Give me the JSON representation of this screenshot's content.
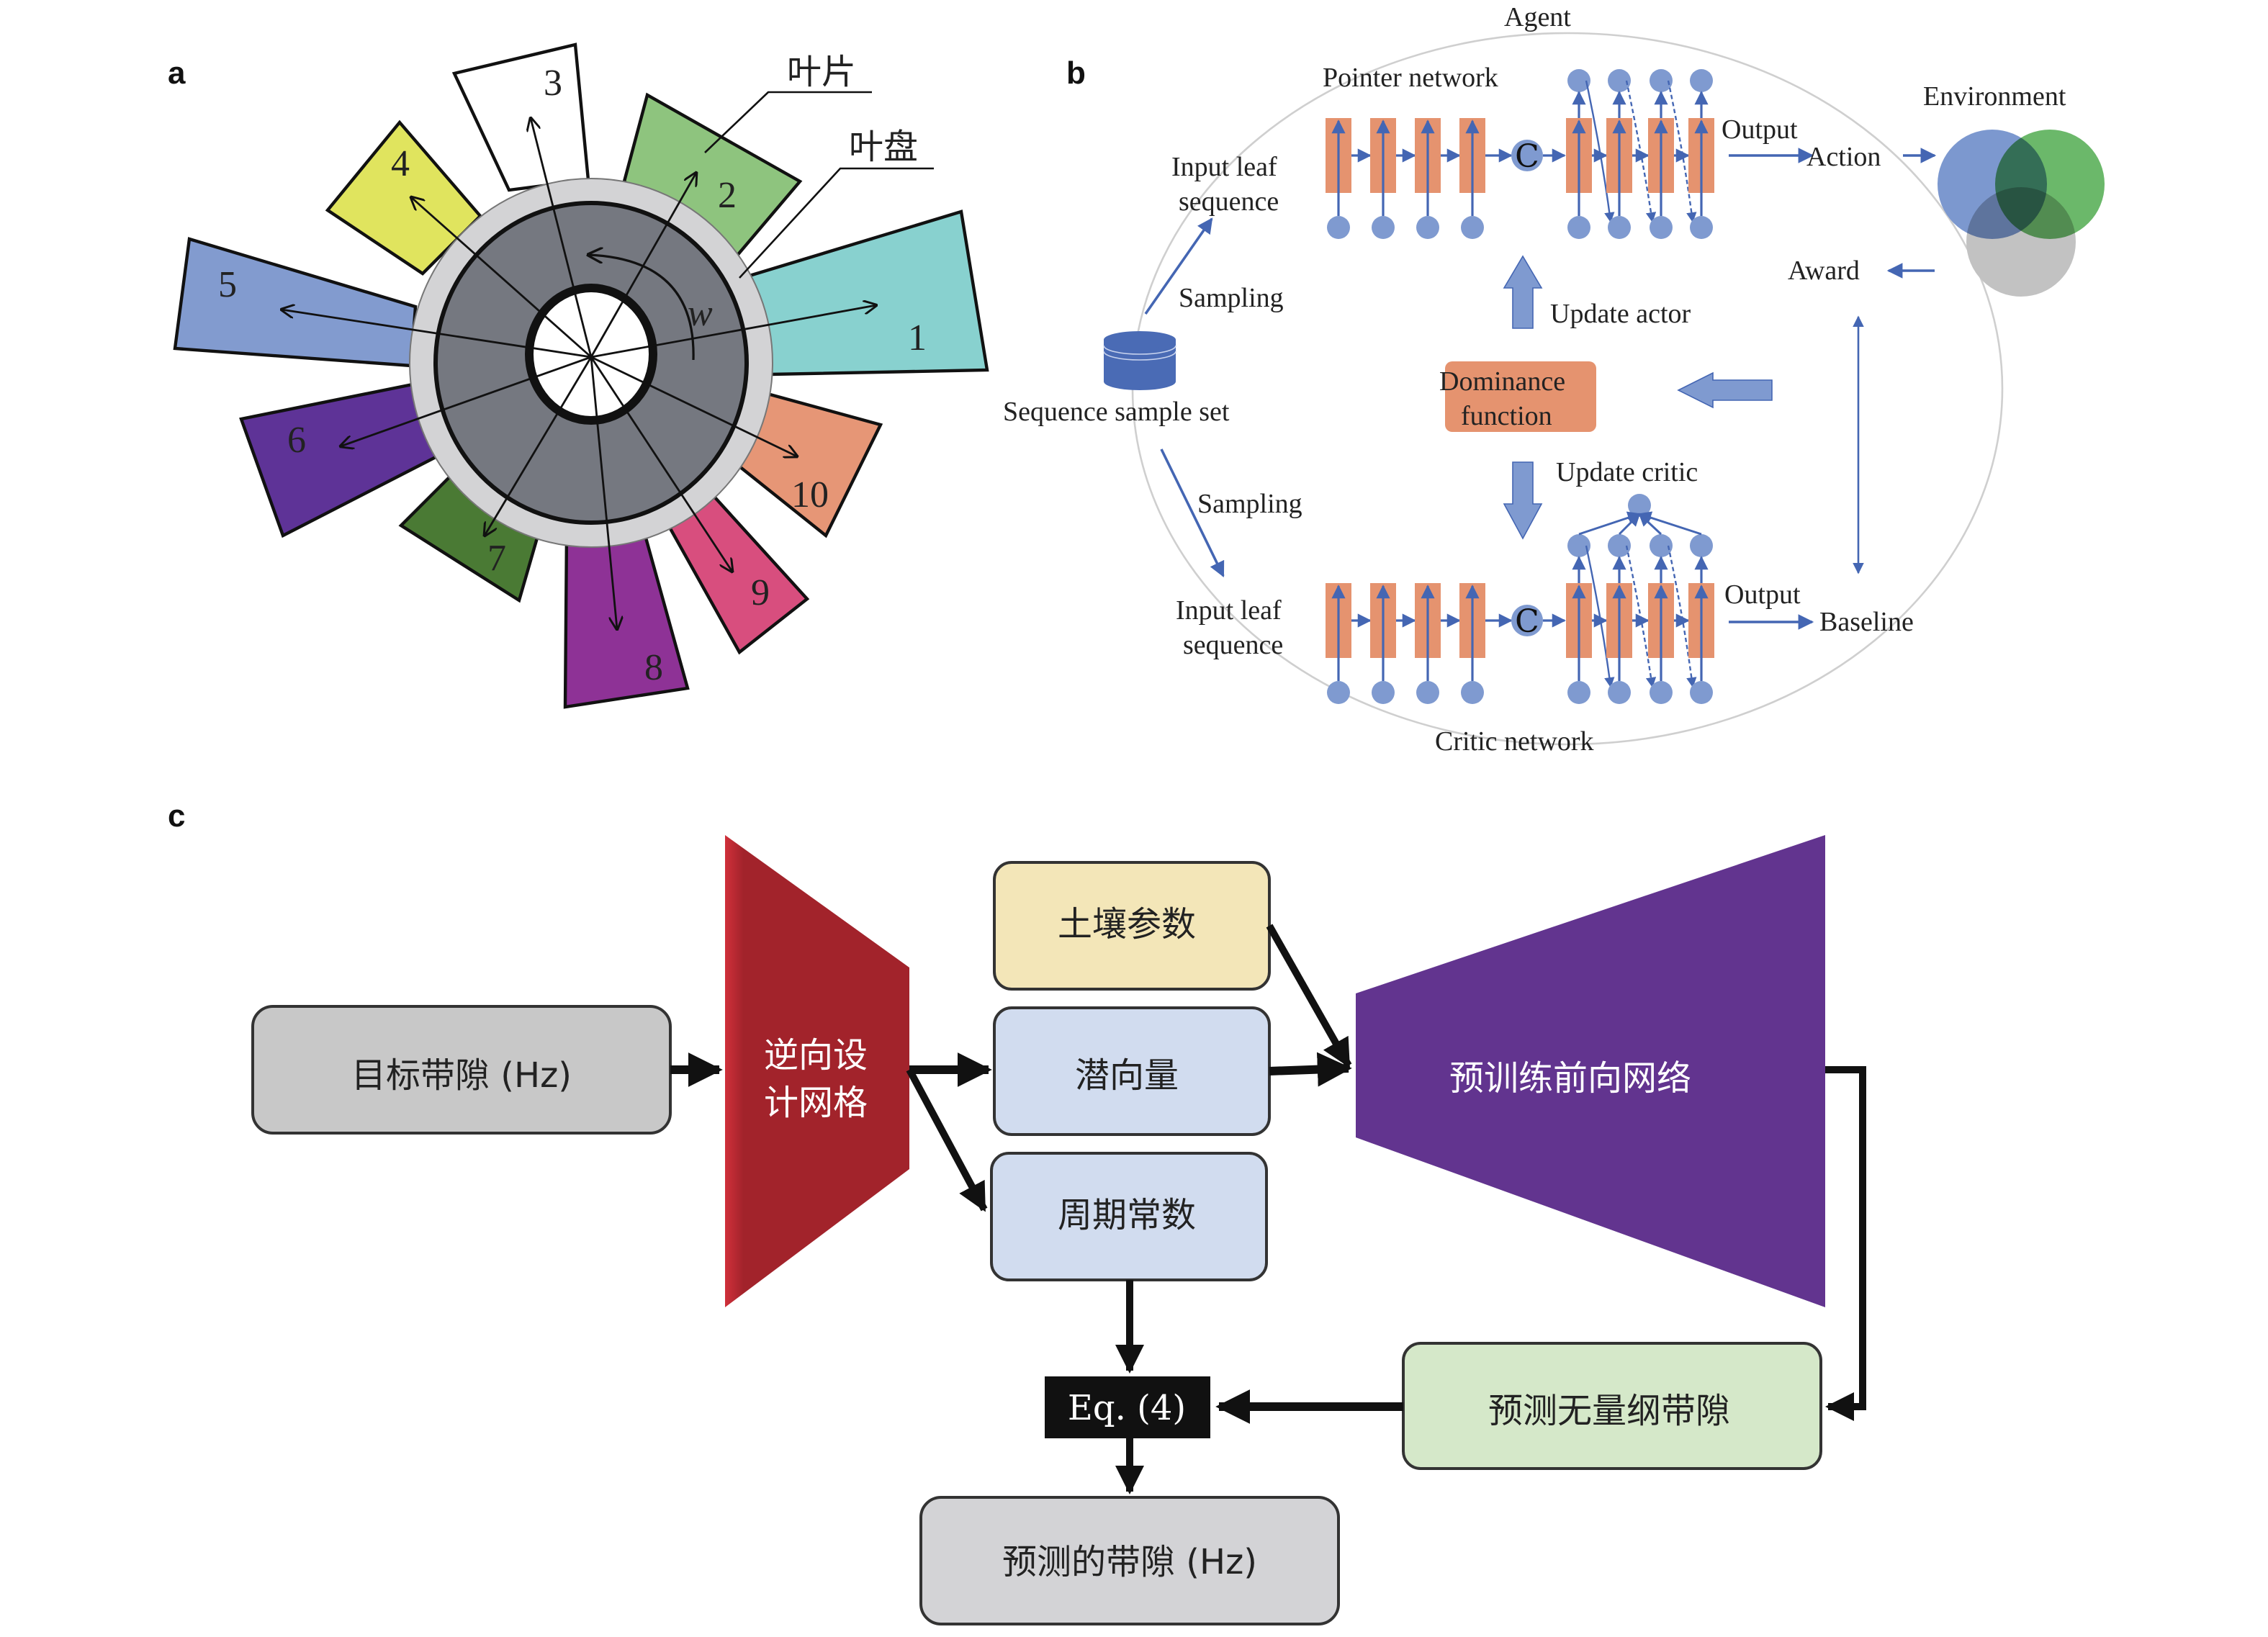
{
  "panels": {
    "a": {
      "label": "a",
      "blade_label": "叶片",
      "disk_label": "叶盘",
      "rotation_symbol": "w",
      "blades": [
        {
          "id": "1",
          "color": "#88d1cf"
        },
        {
          "id": "2",
          "color": "#8ec47e"
        },
        {
          "id": "3",
          "color": "#ffffff"
        },
        {
          "id": "4",
          "color": "#e0e45e"
        },
        {
          "id": "5",
          "color": "#829bcf"
        },
        {
          "id": "6",
          "color": "#5e3397"
        },
        {
          "id": "7",
          "color": "#4a7a34"
        },
        {
          "id": "8",
          "color": "#8e3296"
        },
        {
          "id": "9",
          "color": "#d84e7e"
        },
        {
          "id": "10",
          "color": "#e69676"
        }
      ],
      "disk_colors": {
        "outer_ring": "#d3d3d5",
        "disk": "#757880",
        "hub": "#ffffff"
      }
    },
    "b": {
      "label": "b",
      "agent_label": "Agent",
      "pointer_network_label": "Pointer network",
      "critic_network_label": "Critic network",
      "input_top": [
        "Input leaf",
        "sequence"
      ],
      "input_bottom": [
        "Input leaf",
        "sequence"
      ],
      "sampling_top": "Sampling",
      "sampling_bottom": "Sampling",
      "sample_set_label": "Sequence sample set",
      "concat_symbol": "C",
      "output_top": "Output",
      "action_label": "Action",
      "output_bottom": "Output",
      "baseline_label": "Baseline",
      "environment_label": "Environment",
      "award_label": "Award",
      "update_actor_label": "Update actor",
      "update_critic_label": "Update critic",
      "dominance_label": [
        "Dominance",
        "function"
      ],
      "colors": {
        "cell": "#e5936f",
        "node": "#7f9ad0",
        "arrow": "#4466b3",
        "db": "#4a6bb5",
        "env_blue": "#7c98cf",
        "env_green": "#6bb86a",
        "env_gray": "#c2c2c2"
      }
    },
    "c": {
      "label": "c",
      "target_gap": "目标带隙 (Hz)",
      "inverse_net": [
        "逆向设",
        "计网格"
      ],
      "soil_params": "土壤参数",
      "latent": "潜向量",
      "period_const": "周期常数",
      "forward_net": "预训练前向网络",
      "pred_dimless": "预测无量纲带隙",
      "equation": "Eq. (4)",
      "pred_gap": "预测的带隙 (Hz)",
      "colors": {
        "gray_box": "#c8c8c8",
        "yellow_box": "#f3e6b8",
        "blue_box": "#d1dcef",
        "green_box": "#d5e8c9",
        "red_net": "#a2232b",
        "purple_net": "#62348f",
        "eq_box": "#111111",
        "pred_box": "#d3d3d6"
      }
    }
  }
}
